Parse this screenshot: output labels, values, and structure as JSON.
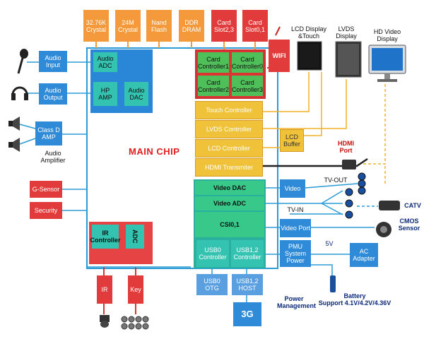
{
  "top_boxes": [
    "32.76K\nCrystal",
    "24M\nCrystal",
    "Nand\nFlash",
    "DDR\nDRAM",
    "Card\nSlot2,3",
    "Card\nSlot0,1"
  ],
  "wifi": "WIFI",
  "main_chip": "MAIN CHIP",
  "card_controllers": [
    "Card\nController1",
    "Card\nController0",
    "Card\nController2",
    "Card\nController3"
  ],
  "display_controllers": [
    "Touch Controller",
    "LVDS Controller",
    "LCD Controller",
    "HDMI Transmiter"
  ],
  "lcd_buffer": "LCD\nBuffer",
  "hdmi_port": "HDMI\nPort",
  "displays": {
    "lcd": "LCD Display\n&Touch",
    "lvds": "LVDS\nDisplay",
    "hd": "HD Video\nDisplay"
  },
  "audio": {
    "input": "Audio\nInput",
    "output": "Audio\nOutput",
    "adc": "Audio\nADC",
    "hp_amp": "HP\nAMP",
    "dac": "Audio\nDAC",
    "class_d": "Class D\nAMP",
    "amplifier": "Audio\nAmplifier"
  },
  "sensors": {
    "g_sensor": "G-Sensor",
    "security": "Security"
  },
  "ir_controller": "IR\nController",
  "adc_small": "ADC",
  "ir": "IR",
  "key": "Key",
  "video": {
    "dac": "Video DAC",
    "adc": "Video ADC",
    "csi": "CSI0,1",
    "video_box": "Video",
    "video_port": "Video Port",
    "tv_out": "TV-OUT",
    "tv_in": "TV-IN",
    "catv": "CATV",
    "cmos": "CMOS\nSensor"
  },
  "usb": {
    "usb0_ctrl": "USB0\nController",
    "usb12_ctrl": "USB1,2\nController",
    "usb0_otg": "USB0\nOTG",
    "usb12_host": "USB1,2\nHOST",
    "g3": "3G"
  },
  "power": {
    "pmu": "PMU\nSystem Power",
    "v5": "5V",
    "ac": "AC\nAdapter",
    "management": "Power\nManagement",
    "battery": "Battery\nSupport 4.1V/4.2V/4.36V"
  }
}
